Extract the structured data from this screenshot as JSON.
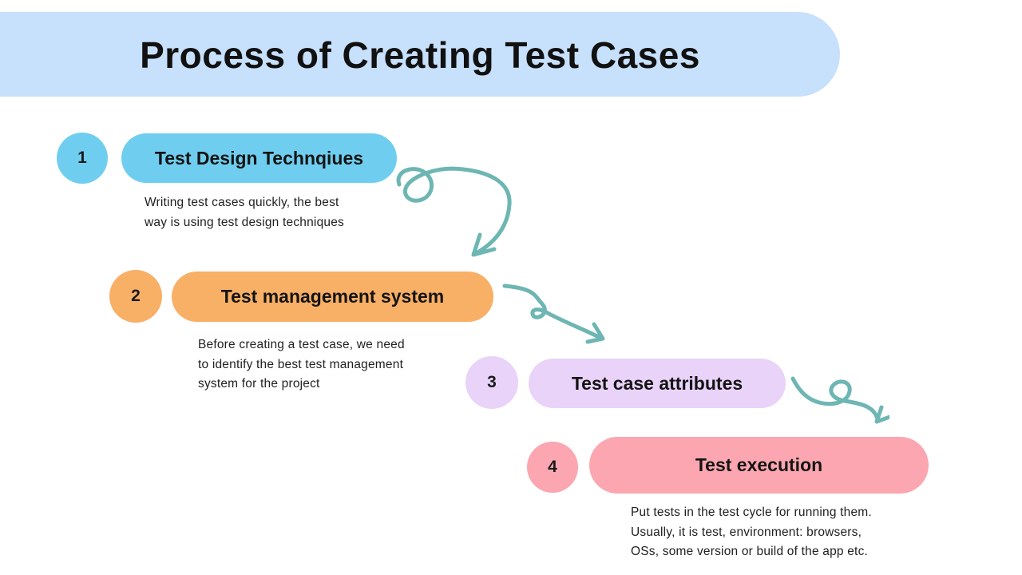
{
  "header": {
    "title": "Process of Creating Test Cases",
    "bg_color": "#C7E0FB"
  },
  "steps": [
    {
      "number": "1",
      "label": "Test Design Technqiues",
      "color": "#6FCEEF",
      "desc_lines": [
        "Writing test cases quickly, the best",
        "way is using test design techniques"
      ]
    },
    {
      "number": "2",
      "label": "Test management system",
      "color": "#F8AF66",
      "desc_lines": [
        "Before creating a test case, we need",
        "to identify the best test management",
        "system for the project"
      ]
    },
    {
      "number": "3",
      "label": "Test case attributes",
      "color": "#E9D3F9",
      "desc_lines": []
    },
    {
      "number": "4",
      "label": "Test execution",
      "color": "#FBA6B0",
      "desc_lines": [
        "Put tests in the test cycle for running them.",
        "Usually, it is test, environment: browsers,",
        "OSs, some version or build of the app etc."
      ]
    }
  ],
  "arrows": {
    "color": "#6DB6B3",
    "names": [
      "loop-swirl-arrow",
      "zigzag-wave-arrow",
      "curl-loop-arrow"
    ]
  }
}
